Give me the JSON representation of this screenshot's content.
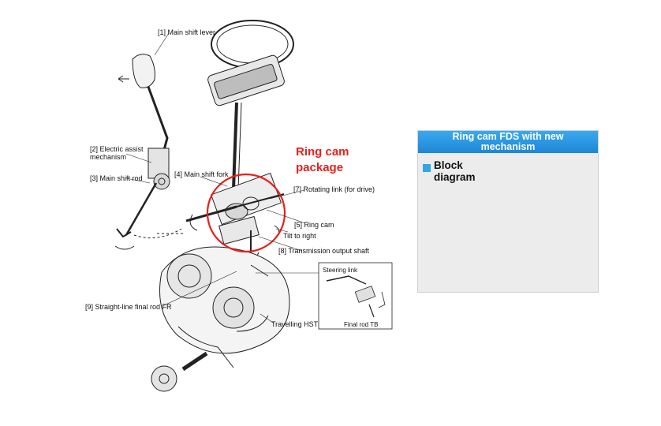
{
  "ring_cam_package": {
    "line1": "Ring cam",
    "line2": "package"
  },
  "labels": {
    "main_shift_lever": "[1] Main shift lever",
    "electric_assist_1": "[2] Electric assist",
    "electric_assist_2": "mechanism",
    "main_shift_rod": "[3] Main shift rod",
    "main_shift_fork": "[4] Main shift fork",
    "ring_cam": "[5] Ring cam",
    "rotating_link": "[7] Rotating link (for drive)",
    "tilt_to_right": "Tilt to right",
    "transmission_output_shaft": "[8] Transmission output shaft",
    "straight_line_final_rod": "[9] Straight-line final rod FR",
    "travelling_hst": "Travelling HST"
  },
  "inset": {
    "steering_link": "Steering link",
    "final_rod": "Final rod TB"
  },
  "panel": {
    "title_line1": "Ring cam FDS with new",
    "title_line2": "mechanism",
    "block_line1": "Block",
    "block_line2": "diagram"
  },
  "colors": {
    "accent_red": "#e8201c",
    "panel_header": "#1d86d6",
    "block_square": "#2fa6e9",
    "shaft_orange": "#e8a23a",
    "plate_green": "#9bd86e",
    "ring_teal": "#5fb7b8"
  }
}
